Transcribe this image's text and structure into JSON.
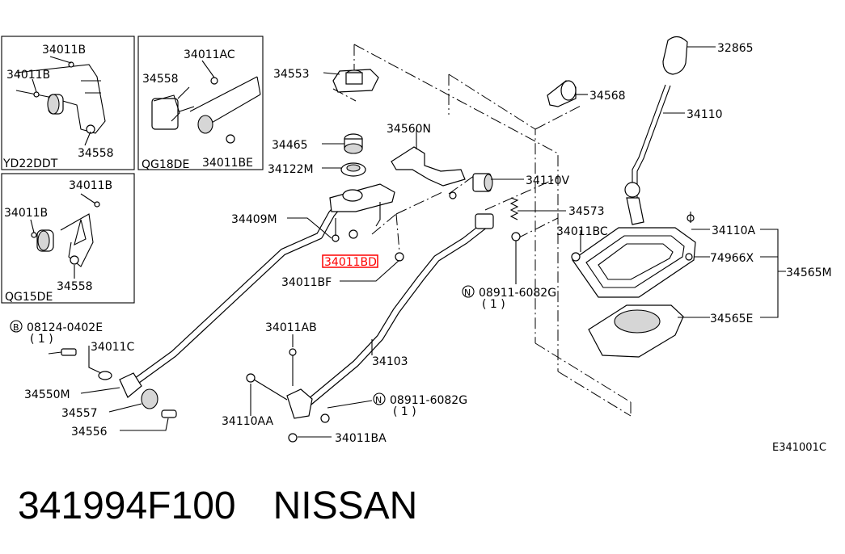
{
  "highlight_color": "#ff0000",
  "insets": [
    {
      "variant": "YD22DDT",
      "labels": [
        "34011B",
        "34011B",
        "34558"
      ]
    },
    {
      "variant": "QG18DE",
      "labels": [
        "34011AC",
        "34558",
        "34011BE"
      ]
    },
    {
      "variant": "QG15DE",
      "labels": [
        "34011B",
        "34011B",
        "34558"
      ]
    }
  ],
  "callouts": {
    "c32865": "32865",
    "c34568": "34568",
    "c34110": "34110",
    "c34553": "34553",
    "c34465": "34465",
    "c34122M": "34122M",
    "c34560N": "34560N",
    "c34110V": "34110V",
    "c34573": "34573",
    "c34409M": "34409M",
    "c34011BD": "34011BD",
    "c34011BF": "34011BF",
    "c34011BC": "34011BC",
    "c34110A": "34110A",
    "c74966X": "74966X",
    "c34565M": "34565M",
    "c08911a": "08911-6082G",
    "c08911a_qty": "( 1 )",
    "c34565E": "34565E",
    "c08124": "08124-0402E",
    "c08124_qty": "( 1 )",
    "c34011C": "34011C",
    "c34011AB": "34011AB",
    "c34103": "34103",
    "c34550M": "34550M",
    "c34557": "34557",
    "c34556": "34556",
    "c34110AA": "34110AA",
    "c08911b": "08911-6082G",
    "c08911b_qty": "( 1 )",
    "c34011BA": "34011BA",
    "prefix_n": "N",
    "prefix_b": "B"
  },
  "diagram_code": "E341001C",
  "footer": {
    "part_number": "341994F100",
    "brand": "NISSAN"
  }
}
